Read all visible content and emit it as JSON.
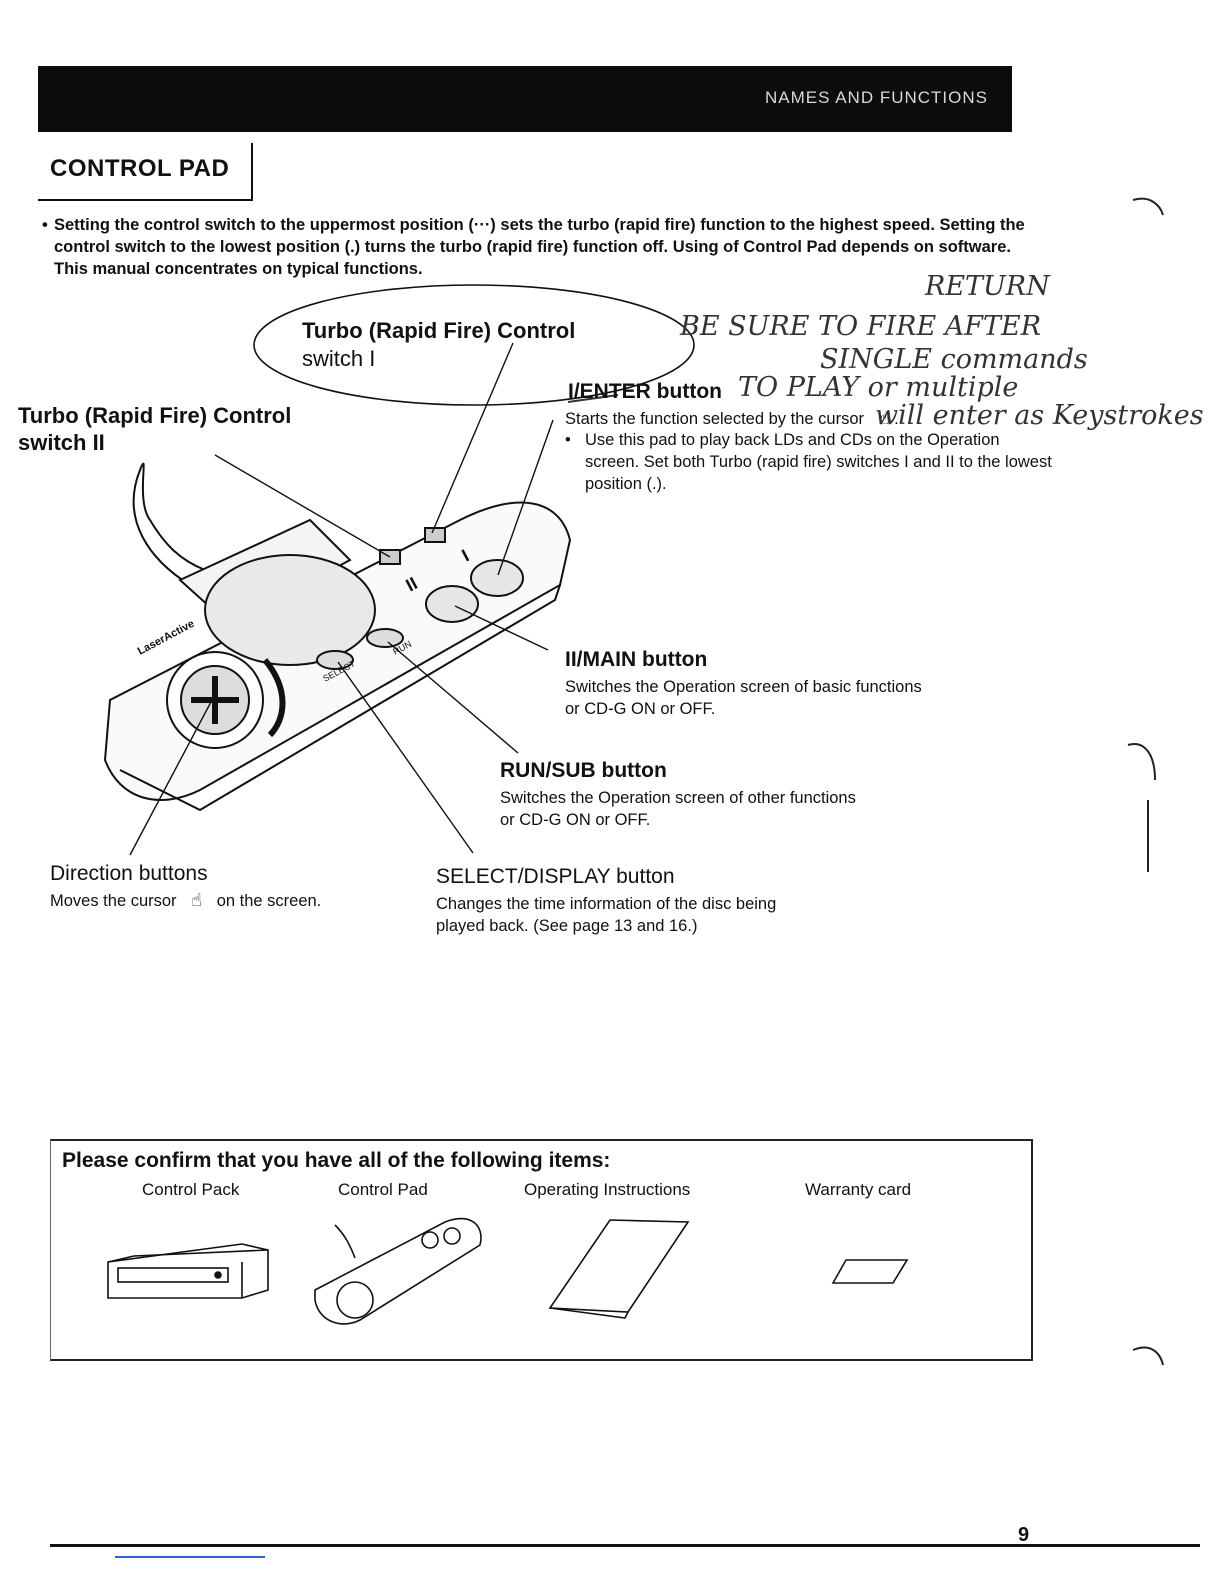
{
  "header": {
    "title": "NAMES AND FUNCTIONS"
  },
  "section": {
    "title": "CONTROL PAD"
  },
  "intro": {
    "bullet": "•",
    "text": "Setting the control switch to the uppermost position (···) sets the turbo (rapid fire) function to the highest speed. Setting the control switch to the lowest position (.) turns the turbo (rapid fire) function off. Using of Control Pad depends on software. This manual concentrates on typical functions."
  },
  "labels": {
    "turbo1": {
      "line1": "Turbo (Rapid Fire) Control",
      "line2": "switch I"
    },
    "turbo2": {
      "line1": "Turbo (Rapid Fire) Control",
      "line2": "switch II"
    },
    "enter": {
      "title": "I/ENTER button",
      "desc": "Starts the function selected by the cursor",
      "cursor_icon": "hand-cursor-icon",
      "bullet": "•",
      "note": "Use this pad to play back LDs and CDs on the Operation screen. Set both Turbo (rapid fire) switches I and II to the lowest position (.)."
    },
    "main": {
      "title": "II/MAIN button",
      "desc1": "Switches the Operation screen of basic functions",
      "desc2": "or CD-G ON or OFF."
    },
    "run": {
      "title": "RUN/SUB button",
      "desc1": "Switches the Operation screen of other functions",
      "desc2": "or CD-G ON or OFF."
    },
    "direction": {
      "title": "Direction buttons",
      "desc_before": "Moves the cursor",
      "desc_after": "on the screen."
    },
    "select": {
      "title": "SELECT/DISPLAY button",
      "desc1": "Changes the time information of the disc being",
      "desc2": "played back. (See page 13 and 16.)"
    }
  },
  "device": {
    "logo": "LaserActive",
    "select_label": "SELECT",
    "run_label": "RUN",
    "roman_one": "I",
    "roman_two": "II"
  },
  "handwriting": {
    "line1": "RETURN",
    "line2": "BE SURE TO FIRE AFTER",
    "line3": "SINGLE commands",
    "line4": "TO PLAY or multiple",
    "line5": "will enter as Keystrokes"
  },
  "items": {
    "title": "Please confirm that you have all of the following items:",
    "list": [
      {
        "label": "Control Pack"
      },
      {
        "label": "Control Pad"
      },
      {
        "label": "Operating Instructions"
      },
      {
        "label": "Warranty card"
      }
    ]
  },
  "page_number": "9",
  "colors": {
    "header_bg": "#0c0c0c",
    "header_text": "#d8d8d8",
    "footer_link": "#3060d0"
  }
}
